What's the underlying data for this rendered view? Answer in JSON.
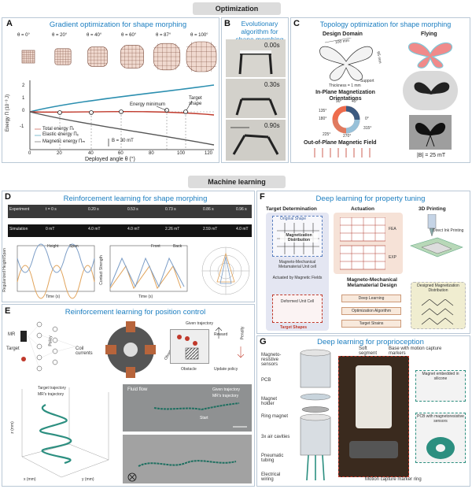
{
  "banners": {
    "optimization": "Optimization",
    "ml": "Machine learning"
  },
  "A": {
    "label": "A",
    "title": "Gradient optimization for shape morphing",
    "angles": [
      "θ = 0°",
      "θ = 20°",
      "θ = 40°",
      "θ = 60°",
      "θ = 87°",
      "θ = 100°"
    ],
    "ylabel": "Energy Π (10⁻³ J)",
    "xlabel": "Deployed angle θ (°)",
    "xticks": [
      "0",
      "20",
      "40",
      "60",
      "80",
      "100",
      "120"
    ],
    "yticks": [
      "2",
      "1",
      "0",
      "-1"
    ],
    "legend": [
      "Total energy Πₜ",
      "Elastic energy Πₑ",
      "Magnetic energy Πₘ"
    ],
    "field": "B = 30 mT",
    "annot_min": "Energy minimum",
    "annot_target": "Target shape"
  },
  "B": {
    "label": "B",
    "title": "Evolutionary algorithm for shape morphing",
    "times": [
      "0.00s",
      "0.30s",
      "0.90s"
    ]
  },
  "C": {
    "label": "C",
    "title": "Topology optimization for shape morphing",
    "design_domain": "Design Domain",
    "flying": "Flying",
    "dim1": "100 mm",
    "dim2": "65 mm",
    "thickness": "Thickness = 1 mm",
    "support": "Support",
    "inplane": "In-Plane Magnetization Orientations",
    "angles": [
      "90°",
      "45°",
      "135°",
      "0°",
      "180°",
      "315°",
      "225°",
      "270°"
    ],
    "outplane": "Out-of-Plane Magnetic Field",
    "field": "|B| = 25 mT"
  },
  "D": {
    "label": "D",
    "title": "Reinforcement learning for shape morphing",
    "exp_label": "Experiment",
    "sim_label": "Simulation",
    "exp_times": [
      "t = 0 s",
      "0.20 s",
      "0.53 s",
      "0.73 s",
      "0.86 s",
      "0.96 s"
    ],
    "sim_fields": [
      "0 mT",
      "4.0 mT",
      "4.0 mT",
      "2.26 mT",
      "2.59 mT",
      "4.0 mT"
    ],
    "legend1": [
      "Height",
      "Span"
    ],
    "legend2": [
      "Front",
      "Back"
    ],
    "ylabel1": "Regularized Height/Span",
    "ylabel2": "Contact Strength",
    "xlabel": "Time (s)"
  },
  "E": {
    "label": "E",
    "title": "Reinforcement learning for position control",
    "mr": "MR",
    "target": "Target",
    "policy": "Policy",
    "coil": "Coil currents",
    "obs": "Observation states",
    "given": "Given trajectory",
    "obstacle": "Obstacle",
    "update": "Update policy",
    "reward": "Reward",
    "penalty": "Penalty",
    "fluid": "Fluid flow",
    "mr_traj": "MR's trajectory",
    "start": "Start",
    "legend3d": [
      "Target trajectory",
      "MR's trajectory"
    ],
    "axes3d": [
      "x (mm)",
      "y (mm)",
      "z (mm)"
    ]
  },
  "F": {
    "label": "F",
    "title": "Deep learning for property tuning",
    "target_det": "Target Determination",
    "original": "Original Shape",
    "mag_dist": "Magnetization Distribution",
    "unit_cell": "Magneto-Mechanical Metamaterial Unit cell",
    "actuated": "Actuated by Magnetic Fields",
    "deformed": "Deformed Unit Cell",
    "target_shapes": "Target Shapes",
    "actuation": "Actuation",
    "fea": "FEA",
    "exp": "EXP",
    "design": "Magneto-Mechanical Metamaterial Design",
    "deep": "Deep Learning",
    "opt": "Optimization Algorithm",
    "target_strains": "Target Strains",
    "printing": "3D Printing",
    "diw": "Direct Ink Printing",
    "designed": "Designed Magnetization Distribution"
  },
  "G": {
    "label": "G",
    "title": "Deep learning for proprioception",
    "left_labels": [
      "Magneto-resistive sensors",
      "PCB",
      "Magnet holder",
      "Ring magnet",
      "3x air cavities",
      "Pneumatic tubing",
      "Electrical wiring"
    ],
    "soft": "Soft segment",
    "base": "Base with motion capture markers",
    "ring": "Motion capture marker ring",
    "magnet_emb": "Magnet embedded in silicone",
    "pcb_sensors": "PCB with magnetoresistive sensors"
  }
}
